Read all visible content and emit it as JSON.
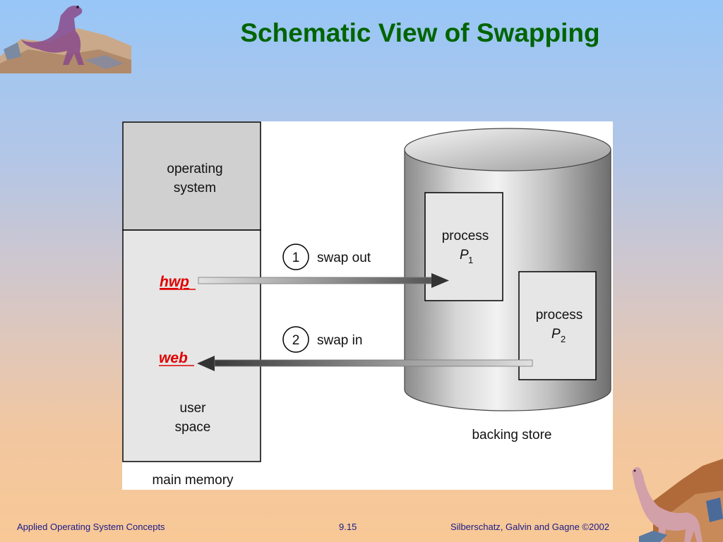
{
  "slide": {
    "title": "Schematic View of Swapping",
    "footer_left": "Applied Operating System Concepts",
    "footer_center": "9.15",
    "footer_right": "Silberschatz, Galvin and  Gagne ©2002"
  },
  "diagram": {
    "main_memory": {
      "os_line1": "operating",
      "os_line2": "system",
      "user_line1": "user",
      "user_line2": "space",
      "caption": "main memory"
    },
    "swap_out": {
      "step": "1",
      "label": "swap out"
    },
    "swap_in": {
      "step": "2",
      "label": "swap in"
    },
    "annotations": {
      "hwp": "hwp",
      "web": "web"
    },
    "backing_store": {
      "caption": "backing store",
      "p1_word": "process",
      "p1_letter": "P",
      "p1_sub": "1",
      "p2_word": "process",
      "p2_letter": "P",
      "p2_sub": "2"
    }
  },
  "colors": {
    "title": "#006400",
    "annotation": "#e00000",
    "footer": "#1a1a8a"
  }
}
